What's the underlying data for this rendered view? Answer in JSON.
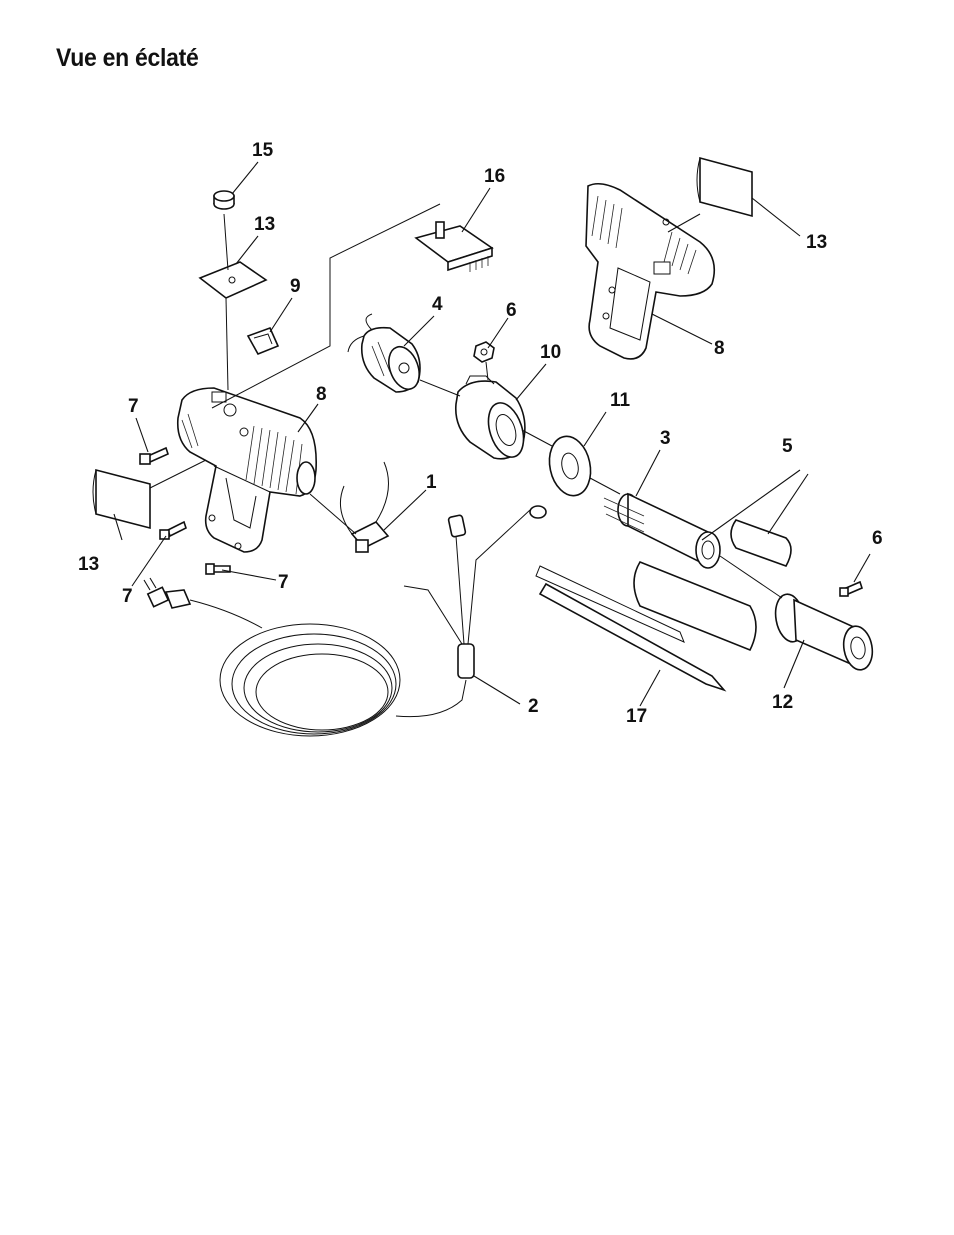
{
  "page": {
    "title": "Vue en éclaté"
  },
  "callouts": [
    {
      "id": "c15",
      "number": "15"
    },
    {
      "id": "c16",
      "number": "16"
    },
    {
      "id": "c13a",
      "number": "13"
    },
    {
      "id": "c13b",
      "number": "13"
    },
    {
      "id": "c13c",
      "number": "13"
    },
    {
      "id": "c9",
      "number": "9"
    },
    {
      "id": "c4",
      "number": "4"
    },
    {
      "id": "c6a",
      "number": "6"
    },
    {
      "id": "c6b",
      "number": "6"
    },
    {
      "id": "c10",
      "number": "10"
    },
    {
      "id": "c8a",
      "number": "8"
    },
    {
      "id": "c8b",
      "number": "8"
    },
    {
      "id": "c7a",
      "number": "7"
    },
    {
      "id": "c7b",
      "number": "7"
    },
    {
      "id": "c7c",
      "number": "7"
    },
    {
      "id": "c11",
      "number": "11"
    },
    {
      "id": "c3",
      "number": "3"
    },
    {
      "id": "c5",
      "number": "5"
    },
    {
      "id": "c1",
      "number": "1"
    },
    {
      "id": "c2",
      "number": "2"
    },
    {
      "id": "c17",
      "number": "17"
    },
    {
      "id": "c12",
      "number": "12"
    }
  ]
}
